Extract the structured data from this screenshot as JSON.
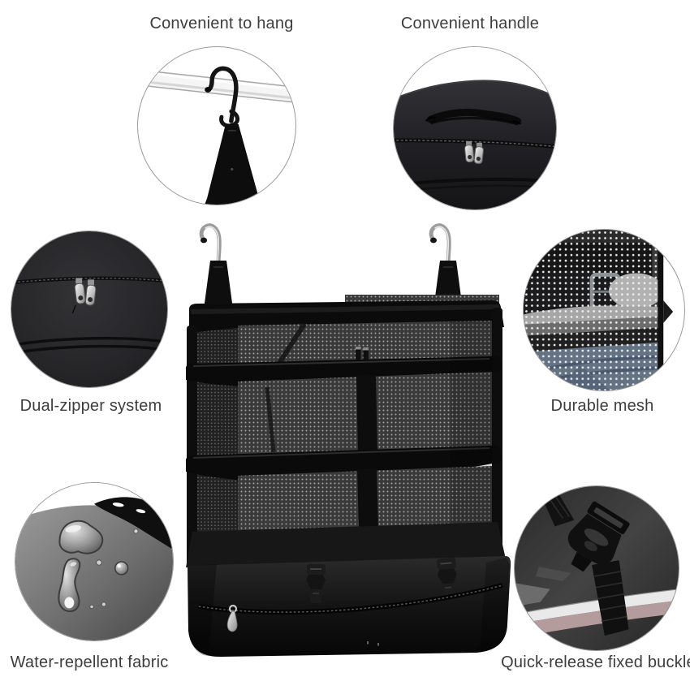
{
  "page": {
    "background_color": "#ffffff",
    "label_text_color": "#3d3d3d",
    "circle_border_color": "#9a9a9a"
  },
  "product": {
    "name": "hanging travel shelf organizer",
    "main_color": "#111111",
    "shelf_levels": 3,
    "hooks": 2
  },
  "features": [
    {
      "id": "hang",
      "label": "Convenient to hang",
      "icon": "hook-on-rod"
    },
    {
      "id": "handle",
      "label": "Convenient handle",
      "icon": "handle-with-zippers"
    },
    {
      "id": "zipper",
      "label": "Dual-zipper system",
      "icon": "dual-zipper-pulls"
    },
    {
      "id": "mesh",
      "label": "Durable mesh",
      "icon": "mesh-fabric-closeup"
    },
    {
      "id": "water",
      "label": "Water-repellent fabric",
      "icon": "water-droplets-on-fabric"
    },
    {
      "id": "buckle",
      "label": "Quick-release fixed buckle",
      "icon": "side-release-buckle"
    }
  ]
}
